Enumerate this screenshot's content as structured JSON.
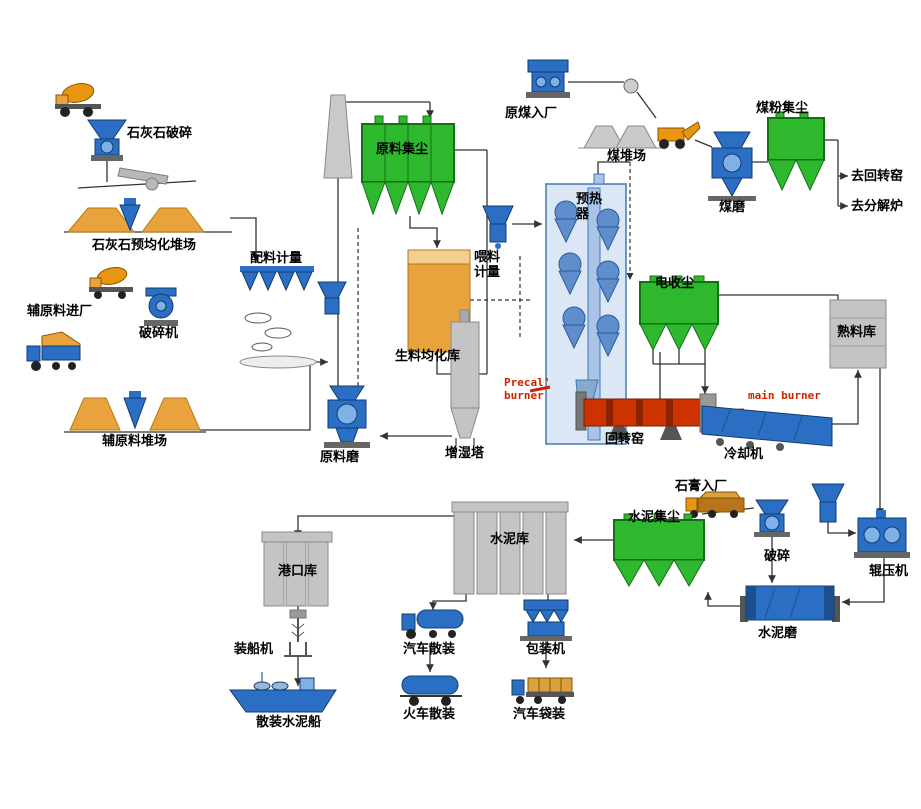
{
  "labels": {
    "limestone_crushing": "石灰石破碎",
    "limestone_preblending_yard": "石灰石预均化堆场",
    "batching_metering": "配料计量",
    "aux_raw_material_in": "辅原料进厂",
    "crusher": "破碎机",
    "aux_raw_material_yard": "辅原料堆场",
    "raw_mill": "原料磨",
    "raw_material_dust_collector": "原料集尘",
    "raw_meal_homogenizing_silo": "生料均化库",
    "feed_metering": "喂料计量",
    "preheater": "预热器",
    "humidifying_tower": "增湿塔",
    "raw_coal_in": "原煤入厂",
    "coal_yard": "煤堆场",
    "coal_dust_collector": "煤粉集尘",
    "coal_mill": "煤磨",
    "to_rotary_kiln": "去回转窑",
    "to_calciner": "去分解炉",
    "electrostatic_precipitator": "电收尘",
    "clinker_silo": "熟料库",
    "precal_burner": "Precal' burner",
    "main_burner": "main burner",
    "rotary_kiln": "回转窑",
    "cooler": "冷却机",
    "port_silo": "港口库",
    "ship_loader": "装船机",
    "bulk_cement_ship": "散装水泥船",
    "cement_silo": "水泥库",
    "truck_bulk": "汽车散装",
    "train_bulk": "火车散装",
    "packing_machine": "包装机",
    "truck_bagged": "汽车袋装",
    "cement_dust_collector": "水泥集尘",
    "gypsum_in": "石膏入厂",
    "gypsum_crushing": "破碎",
    "roller_press": "辊压机",
    "cement_mill": "水泥磨"
  },
  "colors": {
    "equipment_blue": "#2b6fc4",
    "equipment_blue_light": "#7fb0e8",
    "dust_collector_green": "#2eb82e",
    "material_orange": "#e8a33d",
    "machine_orange": "#e8960f",
    "kiln_red": "#cc3300",
    "silo_gray": "#c4c4c4",
    "burner_text_red": "#cc2200",
    "flow_line": "#333333"
  }
}
